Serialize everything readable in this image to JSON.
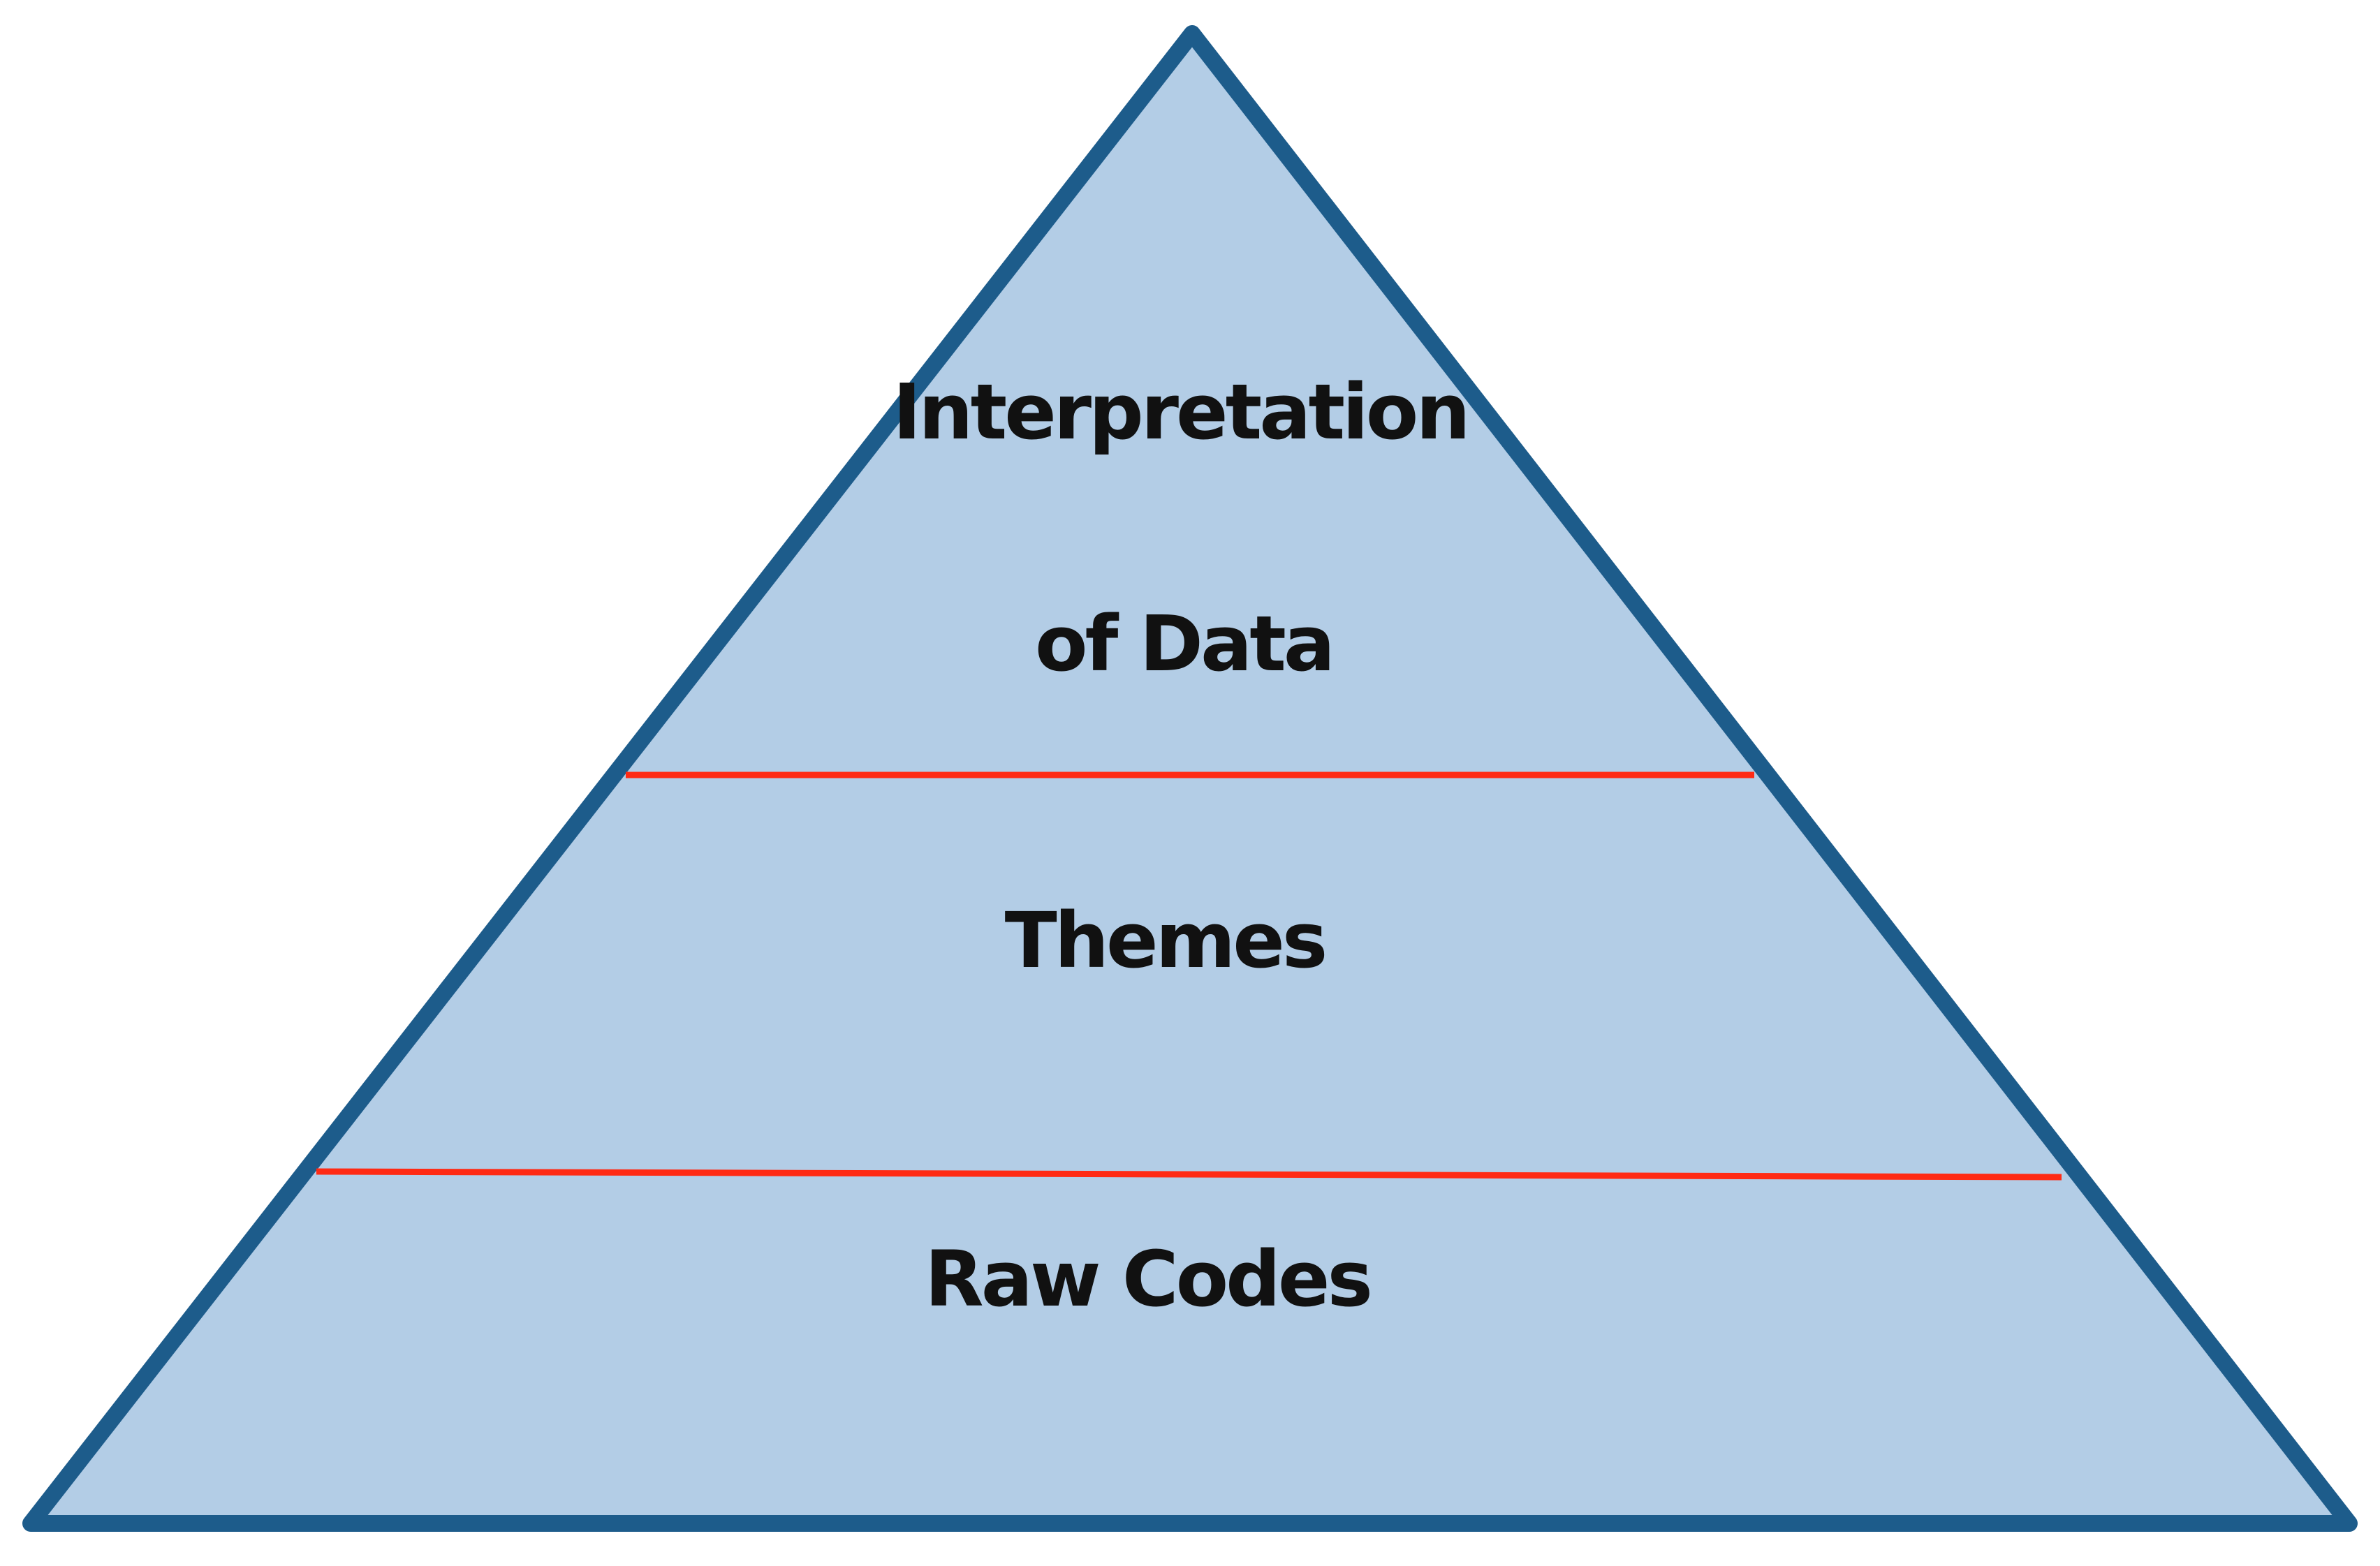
{
  "pyramid": {
    "colors": {
      "fill": "#b3cde6",
      "outline": "#1d5c8b",
      "divider": "#ff2a14",
      "text": "#111111"
    },
    "tiers": [
      {
        "lines": [
          "Interpretation",
          "of Data"
        ]
      },
      {
        "lines": [
          "Themes"
        ]
      },
      {
        "lines": [
          "Raw Codes"
        ]
      }
    ]
  }
}
